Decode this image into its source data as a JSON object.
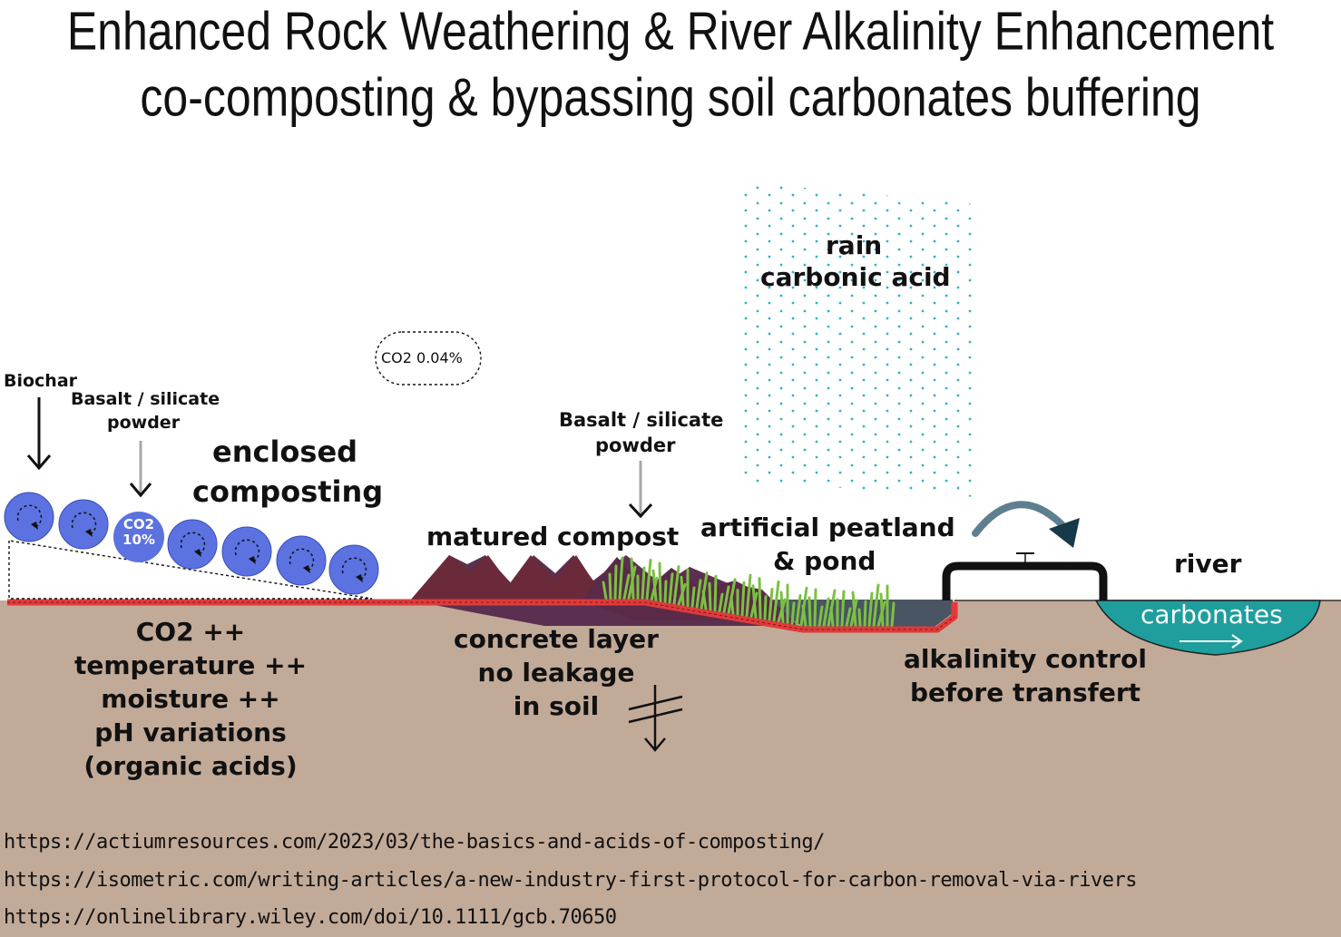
{
  "title": {
    "line1": "Enhanced Rock Weathering & River Alkalinity Enhancement",
    "line2": "co-composting & bypassing soil carbonates buffering"
  },
  "labels": {
    "biochar": "Biochar",
    "basalt_left_1": "Basalt / silicate",
    "basalt_left_2": "powder",
    "enclosed_1": "enclosed",
    "enclosed_2": "composting",
    "co2_bubble_1": "CO2",
    "co2_bubble_2": "10%",
    "co2_air": "CO2 0.04%",
    "basalt_mid_1": "Basalt / silicate",
    "basalt_mid_2": "powder",
    "matured_compost": "matured compost",
    "rain_1": "rain",
    "rain_2": "carbonic acid",
    "peatland_1": "artificial peatland",
    "peatland_2": "& pond",
    "river": "river",
    "carbonates": "carbonates",
    "conditions": [
      "CO2 ++",
      "temperature ++",
      "moisture ++",
      "pH variations",
      "(organic acids)"
    ],
    "concrete": [
      "concrete layer",
      "no leakage",
      "in soil"
    ],
    "alkalinity": [
      "alkalinity control",
      "before transfert"
    ]
  },
  "links": [
    "https://actiumresources.com/2023/03/the-basics-and-acids-of-composting/",
    "https://isometric.com/writing-articles/a-new-industry-first-protocol-for-carbon-removal-via-rivers",
    "https://onlinelibrary.wiley.com/doi/10.1111/gcb.70650"
  ],
  "colors": {
    "soil": "#c2aa98",
    "composter": "#5b72e0",
    "concrete": "#e03a3a",
    "compost_dark": "#6b2a3a",
    "compost_mid": "#5b2f4f",
    "grass": "#7bc043",
    "pond": "#4a5563",
    "river": "#1f9e9e",
    "rain": "#2fb4c8",
    "arrow_curve": "#5e7f8f",
    "arrow_head": "#163a4a"
  }
}
